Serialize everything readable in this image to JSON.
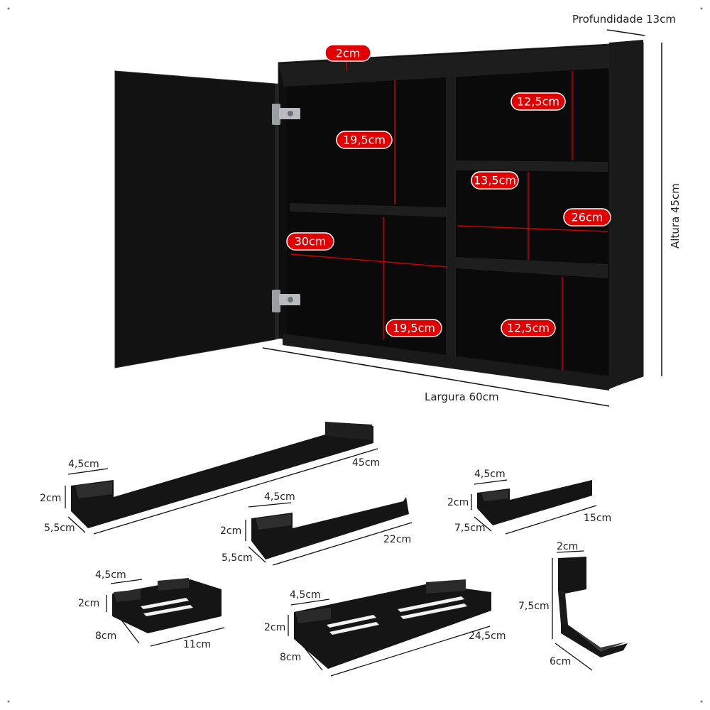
{
  "colors": {
    "furniture": "#141414",
    "furniture_edge": "#2b2b2b",
    "interior": "#0d0d0d",
    "pill": "#e00000",
    "pill_border": "#ffffff",
    "guide_red": "#c80000",
    "dimension_line": "#111111"
  },
  "cabinet": {
    "depth_label": "Profundidade 13cm",
    "height_label": "Altura 45cm",
    "width_label": "Largura 60cm",
    "callouts": {
      "top_board": "2cm",
      "upper_left_height": "19,5cm",
      "upper_right_top": "12,5cm",
      "middle_right_width": "13,5cm",
      "right_column_width": "26cm",
      "lower_left_width": "30cm",
      "lower_left_height": "19,5cm",
      "lower_right_height": "12,5cm"
    }
  },
  "accessories": {
    "towel_bar_45": {
      "width": "4,5cm",
      "height": "2cm",
      "depth": "5,5cm",
      "length": "45cm"
    },
    "towel_bar_22": {
      "width": "4,5cm",
      "height": "2cm",
      "depth": "5,5cm",
      "length": "22cm"
    },
    "paper_holder": {
      "width": "4,5cm",
      "height": "2cm",
      "depth": "7,5cm",
      "length": "15cm"
    },
    "shelf_small": {
      "width": "4,5cm",
      "height": "2cm",
      "depth": "8cm",
      "length": "11cm"
    },
    "shelf_long": {
      "width": "4,5cm",
      "height": "2cm",
      "depth": "8cm",
      "length": "24,5cm"
    },
    "hook": {
      "top": "2cm",
      "height": "7,5cm",
      "depth": "6cm"
    }
  },
  "icons": [
    "hinge-icon"
  ]
}
